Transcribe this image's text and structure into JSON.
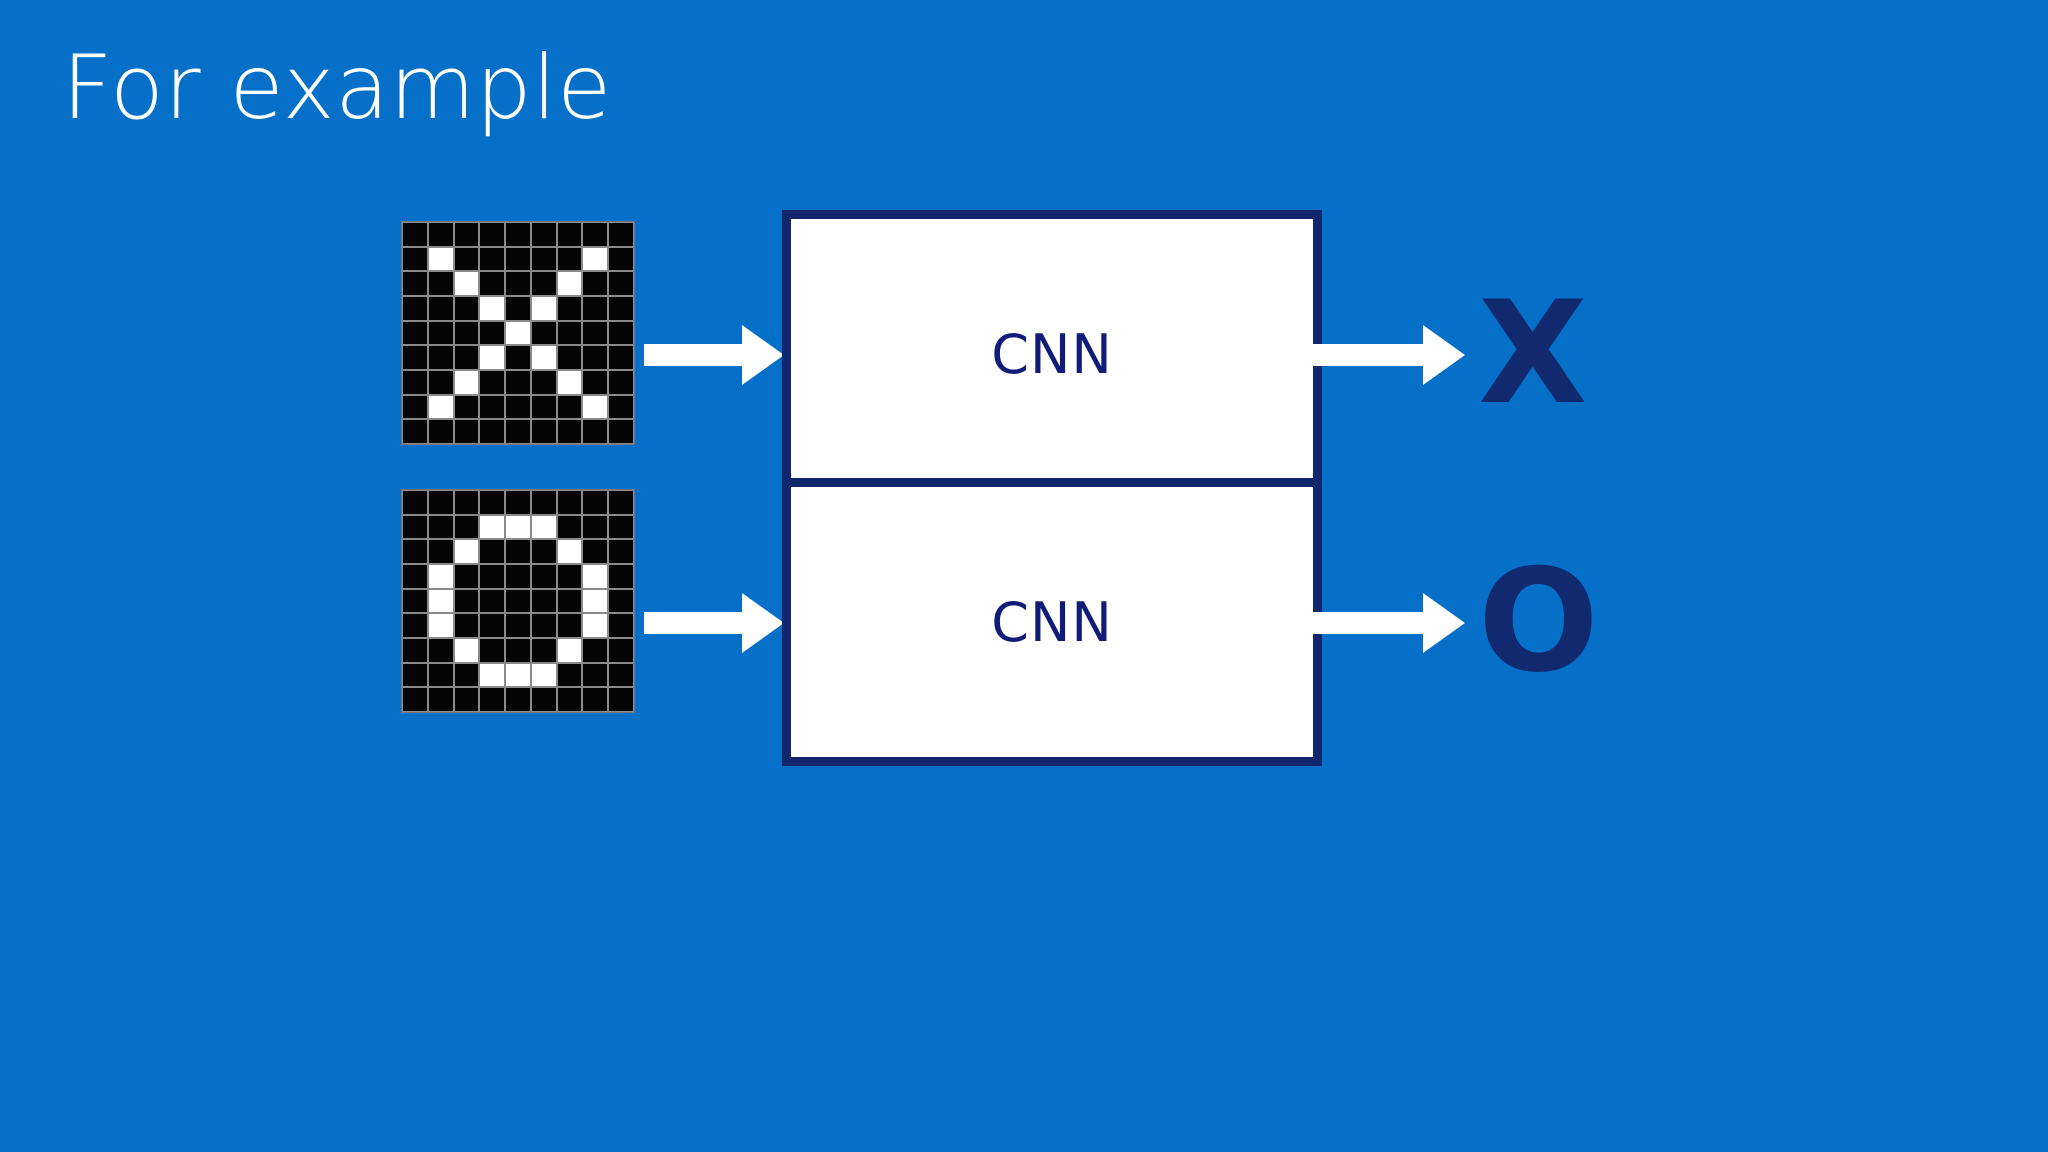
{
  "slide": {
    "title": "For example",
    "background_color": "#0670C8",
    "accent_navy": "#10276E",
    "arrow_color": "#FFFFFF",
    "text_color": "#FFFFFF"
  },
  "rows": [
    {
      "id": "x",
      "grid_name": "input-pixel-grid-x",
      "grid_label": "X pattern 9x9 binary image",
      "grid_rows": 9,
      "grid_cols": 9,
      "grid_on_color": "#FFFFFF",
      "grid_off_color": "#050505",
      "grid": [
        [
          0,
          0,
          0,
          0,
          0,
          0,
          0,
          0,
          0
        ],
        [
          0,
          1,
          0,
          0,
          0,
          0,
          0,
          1,
          0
        ],
        [
          0,
          0,
          1,
          0,
          0,
          0,
          1,
          0,
          0
        ],
        [
          0,
          0,
          0,
          1,
          0,
          1,
          0,
          0,
          0
        ],
        [
          0,
          0,
          0,
          0,
          1,
          0,
          0,
          0,
          0
        ],
        [
          0,
          0,
          0,
          1,
          0,
          1,
          0,
          0,
          0
        ],
        [
          0,
          0,
          1,
          0,
          0,
          0,
          1,
          0,
          0
        ],
        [
          0,
          1,
          0,
          0,
          0,
          0,
          0,
          1,
          0
        ],
        [
          0,
          0,
          0,
          0,
          0,
          0,
          0,
          0,
          0
        ]
      ],
      "box_label": "CNN",
      "output_label": "X"
    },
    {
      "id": "o",
      "grid_name": "input-pixel-grid-o",
      "grid_label": "O pattern 9x9 binary image",
      "grid_rows": 9,
      "grid_cols": 9,
      "grid_on_color": "#FFFFFF",
      "grid_off_color": "#050505",
      "grid": [
        [
          0,
          0,
          0,
          0,
          0,
          0,
          0,
          0,
          0
        ],
        [
          0,
          0,
          0,
          1,
          1,
          1,
          0,
          0,
          0
        ],
        [
          0,
          0,
          1,
          0,
          0,
          0,
          1,
          0,
          0
        ],
        [
          0,
          1,
          0,
          0,
          0,
          0,
          0,
          1,
          0
        ],
        [
          0,
          1,
          0,
          0,
          0,
          0,
          0,
          1,
          0
        ],
        [
          0,
          1,
          0,
          0,
          0,
          0,
          0,
          1,
          0
        ],
        [
          0,
          0,
          1,
          0,
          0,
          0,
          1,
          0,
          0
        ],
        [
          0,
          0,
          0,
          1,
          1,
          1,
          0,
          0,
          0
        ],
        [
          0,
          0,
          0,
          0,
          0,
          0,
          0,
          0,
          0
        ]
      ],
      "box_label": "CNN",
      "output_label": "O"
    }
  ],
  "icons": {
    "input_arrow": "arrow-right-icon",
    "output_arrow": "arrow-right-icon"
  }
}
